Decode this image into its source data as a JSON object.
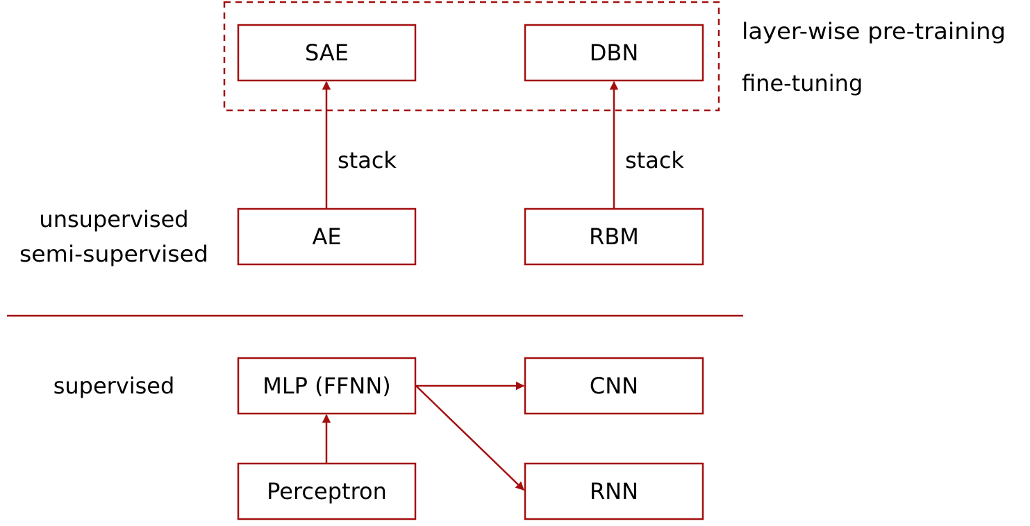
{
  "colors": {
    "accent": "#a30f0f",
    "text": "#000000",
    "background": "#ffffff"
  },
  "nodes": {
    "sae": "SAE",
    "dbn": "DBN",
    "ae": "AE",
    "rbm": "RBM",
    "mlp": "MLP (FFNN)",
    "cnn": "CNN",
    "rnn": "RNN",
    "perceptron": "Perceptron"
  },
  "edge_labels": {
    "ae_to_sae": "stack",
    "rbm_to_dbn": "stack"
  },
  "annotations": {
    "pretraining": "layer-wise pre-training",
    "finetuning": "fine-tuning",
    "unsupervised": "unsupervised",
    "semi_supervised": "semi-supervised",
    "supervised": "supervised"
  },
  "edges": [
    {
      "from": "AE",
      "to": "SAE"
    },
    {
      "from": "RBM",
      "to": "DBN"
    },
    {
      "from": "Perceptron",
      "to": "MLP (FFNN)"
    },
    {
      "from": "MLP (FFNN)",
      "to": "CNN"
    },
    {
      "from": "MLP (FFNN)",
      "to": "RNN"
    }
  ]
}
